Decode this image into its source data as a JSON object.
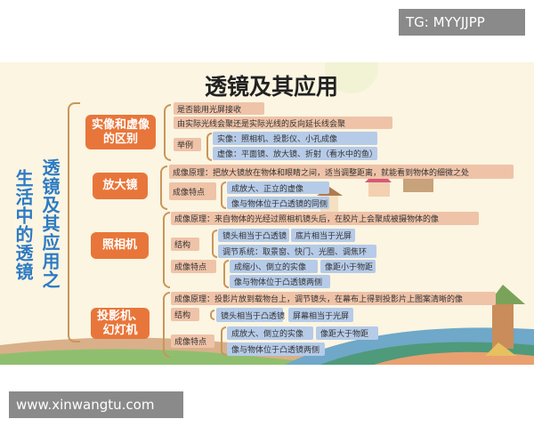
{
  "watermark_top": "TG: MYYJJPP",
  "watermark_bottom": "www.xinwangtu.com",
  "title": "透镜及其应用",
  "side_title": {
    "col1": "透镜及其应用之",
    "col2": "生活中的透镜"
  },
  "s1": {
    "label": "实像和虚像的区别",
    "a": "是否能用光屏接收",
    "b": "由实际光线会聚还是实际光线的反向延长线会聚",
    "ex": "举例",
    "ex1": "实像：照相机、投影仪、小孔成像",
    "ex2": "虚像：平面镜、放大镜、折射（看水中的鱼）"
  },
  "s2": {
    "label": "放大镜",
    "principle": "成像原理：把放大镜放在物体和眼睛之间，适当调整距离，就能看到物体的细微之处",
    "feat": "成像特点",
    "f1": "成放大、正立的虚像",
    "f2": "像与物体位于凸透镜的同侧"
  },
  "s3": {
    "label": "照相机",
    "principle": "成像原理：来自物体的光经过照相机镜头后，在胶片上会聚成被摄物体的像",
    "struct": "结构",
    "st1": "镜头相当于凸透镜",
    "st2": "底片相当于光屏",
    "st3": "调节系统：取景窗、快门、光圈、调焦环",
    "feat": "成像特点",
    "f1": "成缩小、倒立的实像",
    "f2": "像距小于物距",
    "f3": "像与物体位于凸透镜两侧"
  },
  "s4": {
    "label": "投影机、幻灯机",
    "principle": "成像原理：投影片放到载物台上，调节镜头，在幕布上得到投影片上图案清晰的像",
    "struct": "结构",
    "st1": "镜头相当于凸透镜",
    "st2": "屏幕相当于光屏",
    "feat": "成像特点",
    "f1": "成放大、倒立的实像",
    "f2": "像距大于物距",
    "f3": "像与物体位于凸透镜两侧"
  },
  "colors": {
    "main_box": "#e8763a",
    "pink_box": "#efc3a8",
    "blue_box": "#b6cbe8",
    "side_title": "#2e7bc4"
  }
}
